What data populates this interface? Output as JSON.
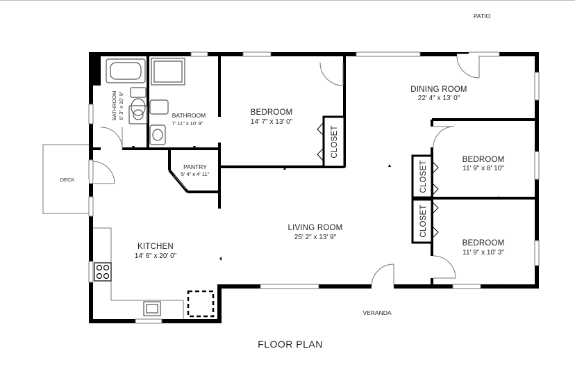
{
  "plan": {
    "title": "FLOOR PLAN",
    "labels": {
      "patio": "PATIO",
      "deck": "DECK",
      "veranda": "VERANDA"
    },
    "rooms": {
      "bathroom_small": {
        "name": "BATHROOM",
        "dims": "6' 3\" x 10' 9\""
      },
      "bathroom_main": {
        "name": "BATHROOM",
        "dims": "7' 11\" x 10' 9\""
      },
      "bedroom_north": {
        "name": "BEDROOM",
        "dims": "14' 7\" x 13' 0\""
      },
      "dining_room": {
        "name": "DINING ROOM",
        "dims": "22' 4\" x 13' 0\""
      },
      "pantry": {
        "name": "PANTRY",
        "dims": "5' 4\" x 4' 11\""
      },
      "bedroom_east_upper": {
        "name": "BEDROOM",
        "dims": "11' 9\" x 8' 10\""
      },
      "living_room": {
        "name": "LIVING ROOM",
        "dims": "25' 2\" x 13' 9\""
      },
      "bedroom_east_lower": {
        "name": "BEDROOM",
        "dims": "11' 9\" x 10' 3\""
      },
      "kitchen": {
        "name": "KITCHEN",
        "dims": "14' 6\" x 20' 0\""
      }
    },
    "closets": {
      "bedroom_closet": "CLOSET",
      "east_closet_upper": "CLOSET",
      "east_closet_lower": "CLOSET"
    },
    "colors": {
      "wall": "#000000",
      "fixture": "#555555",
      "window": "#bdbdbd",
      "text": "#222222"
    }
  }
}
